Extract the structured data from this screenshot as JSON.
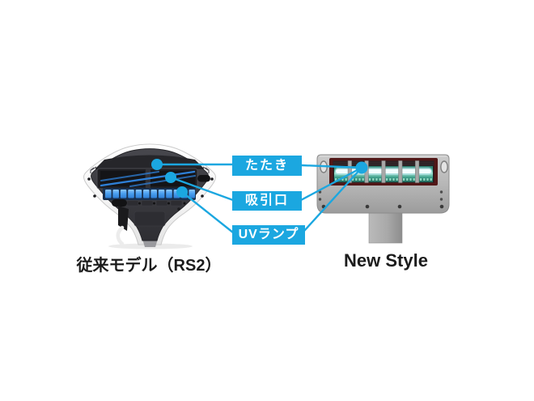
{
  "figure": {
    "type": "product-parts-comparison-diagram",
    "colors": {
      "accent_cyan": "#1ba7e0",
      "label_text": "#ffffff",
      "lamp_frame_maroon": "#521818",
      "lamp_teal": "#3fa18c",
      "brush_blue": "#2e7fd6",
      "uv_square_blue": "#3e97ee",
      "old_shell_white": "#fbfbfb",
      "old_panel_dark": "#3a3a3f",
      "new_body_gray": "#b5b5b5"
    },
    "callout_labels": {
      "beating": "たたき",
      "suction": "吸引口",
      "uv_lamp": "UVランプ"
    },
    "captions": {
      "old_model": "従来モデル（RS2）",
      "new_model": "New Style"
    }
  }
}
